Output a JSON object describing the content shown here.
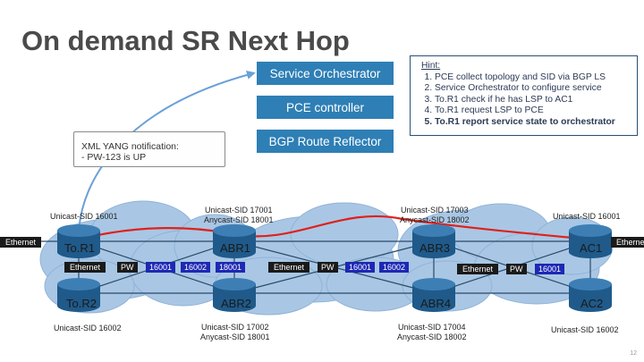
{
  "title": "On demand SR Next Hop",
  "controllers": {
    "orchestrator": "Service Orchestrator",
    "pce": "PCE controller",
    "route_reflector": "BGP Route Reflector"
  },
  "hint": {
    "title": "Hint:",
    "items": [
      "PCE collect topology and SID via BGP LS",
      "Service Orchestrator to configure service",
      "To.R1 check if he has LSP to AC1",
      "To.R1 request LSP to PCE",
      "To.R1 report service state to orchestrator"
    ]
  },
  "notification": {
    "line1": "XML YANG notification:",
    "line2": "- PW-123 is UP"
  },
  "routers": {
    "tor1": {
      "name": "To.R1",
      "label": "Unicast-SID 16001"
    },
    "tor2": {
      "name": "To.R2",
      "label": "Unicast-SID 16002"
    },
    "abr1": {
      "name": "ABR1",
      "label1": "Unicast-SID 17001",
      "label2": "Anycast-SID 18001"
    },
    "abr2": {
      "name": "ABR2",
      "label1": "Unicast-SID 17002",
      "label2": "Anycast-SID 18001"
    },
    "abr3": {
      "name": "ABR3",
      "label1": "Unicast-SID 17003",
      "label2": "Anycast-SID 18002"
    },
    "abr4": {
      "name": "ABR4",
      "label1": "Unicast-SID 17004",
      "label2": "Anycast-SID 18002"
    },
    "ac1": {
      "name": "AC1",
      "label": "Unicast-SID 16001"
    },
    "ac2": {
      "name": "AC2",
      "label": "Unicast-SID 16002"
    }
  },
  "edge": {
    "left": "Ethernet",
    "right": "Ethernet"
  },
  "packets": {
    "p1": {
      "eth": "Ethernet",
      "pw": "PW",
      "sids": [
        "16001",
        "16002",
        "18001"
      ]
    },
    "p2": {
      "eth": "Ethernet",
      "pw": "PW",
      "sids": [
        "16001",
        "16002"
      ]
    },
    "p3": {
      "eth": "Ethernet",
      "pw": "PW",
      "sids": [
        "16001"
      ]
    }
  },
  "page_number": "12",
  "colors": {
    "controller_fill": "#2e7fb5",
    "sid_label": "#1d28b4",
    "path": "#e0201c",
    "router_fill": "#1f5a8a",
    "cloud": "#a9c7e4"
  }
}
